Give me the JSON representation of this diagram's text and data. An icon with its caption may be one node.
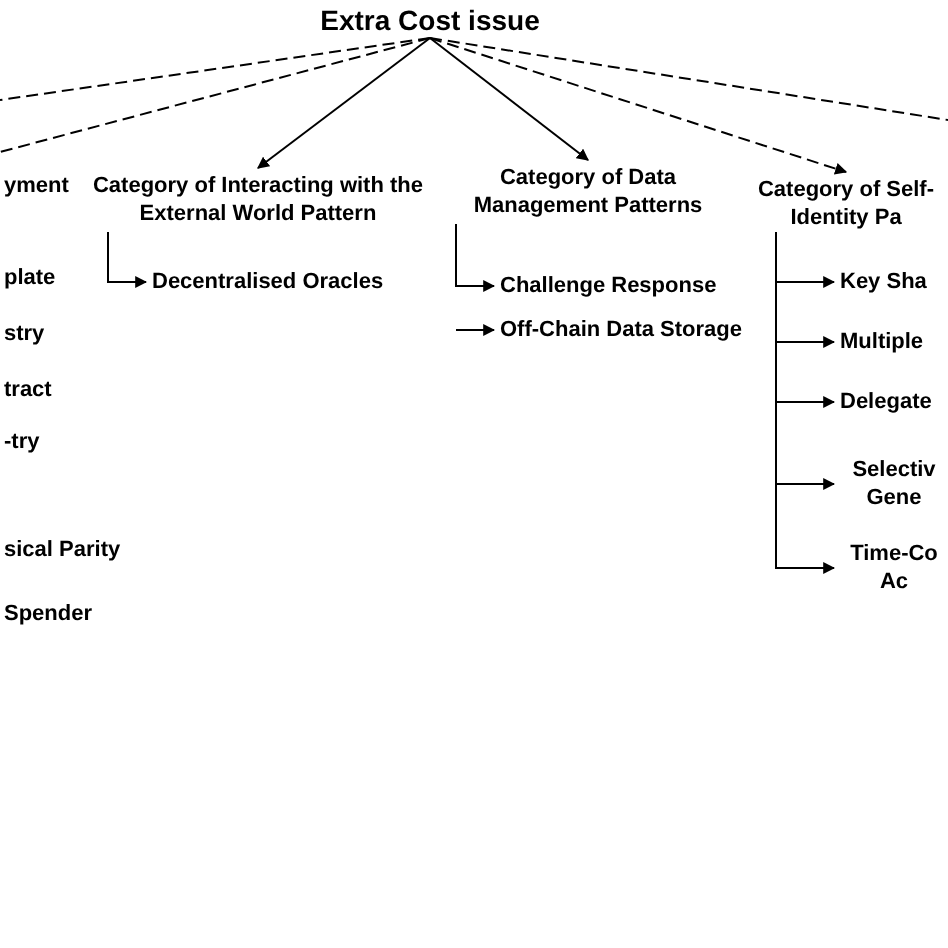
{
  "diagram": {
    "nodes": [
      {
        "text": [
          "Extra Cost issue"
        ]
      },
      {
        "text": [
          "Category of Interacting with the External World Pattern"
        ]
      },
      {
        "text": [
          "Decentralised Oracles"
        ]
      },
      {
        "text": [
          "Category of Data Management Patterns"
        ]
      },
      {
        "text": [
          "Challenge Response"
        ]
      },
      {
        "text": [
          "Off-Chain Data Storage"
        ]
      },
      {
        "text": [
          "Category of Self- Identity Pa"
        ]
      },
      {
        "text": [
          "Key Sha"
        ]
      },
      {
        "text": [
          "Multiple"
        ]
      },
      {
        "text": [
          "Delegate"
        ]
      },
      {
        "text": [
          "Selectiv Gene"
        ]
      },
      {
        "text": [
          "Time-Co Ac"
        ]
      }
    ],
    "edges": [
      {
        "from": 0,
        "to": null,
        "arrow": "none",
        "style": "dashed"
      },
      {
        "from": 0,
        "to": null,
        "arrow": "none",
        "style": "dashed"
      },
      {
        "from": 0,
        "to": 1,
        "arrow": "to"
      },
      {
        "from": 0,
        "to": 3,
        "arrow": "to"
      },
      {
        "from": 0,
        "to": 6,
        "arrow": "to",
        "style": "dashed"
      },
      {
        "from": 0,
        "to": null,
        "arrow": "none",
        "style": "dashed"
      },
      {
        "from": 1,
        "to": 2,
        "arrow": "to"
      },
      {
        "from": 3,
        "to": 4,
        "arrow": "to"
      },
      {
        "from": null,
        "to": 5,
        "arrow": "to"
      },
      {
        "from": 6,
        "to": 7,
        "arrow": "to"
      },
      {
        "from": 6,
        "to": 8,
        "arrow": "to"
      },
      {
        "from": 6,
        "to": 9,
        "arrow": "to"
      },
      {
        "from": 6,
        "to": 10,
        "arrow": "to"
      },
      {
        "from": 6,
        "to": 11,
        "arrow": "to"
      }
    ],
    "labels": [
      "yment",
      "plate",
      "stry",
      "tract",
      "-try",
      "sical Parity",
      "Spender"
    ]
  }
}
